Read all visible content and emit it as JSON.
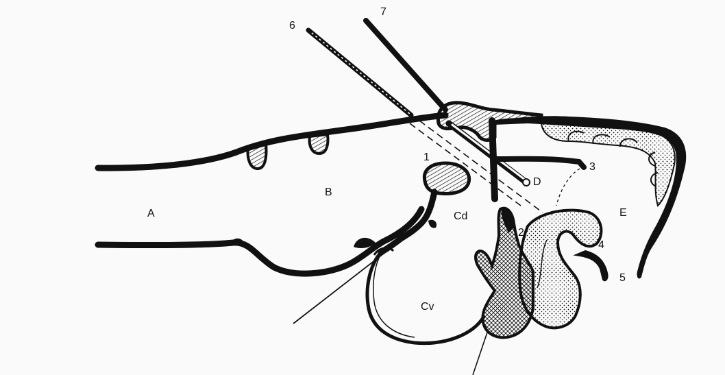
{
  "labels": {
    "A": "A",
    "B": "B",
    "Cd": "Cd",
    "Cv": "Cv",
    "D": "D",
    "E": "E",
    "n1": "1",
    "n2": "2",
    "n3": "3",
    "n4": "4",
    "n5": "5",
    "n6": "6",
    "n7": "7"
  },
  "colors": {
    "ink": "#111111",
    "paper": "#fafafa"
  }
}
